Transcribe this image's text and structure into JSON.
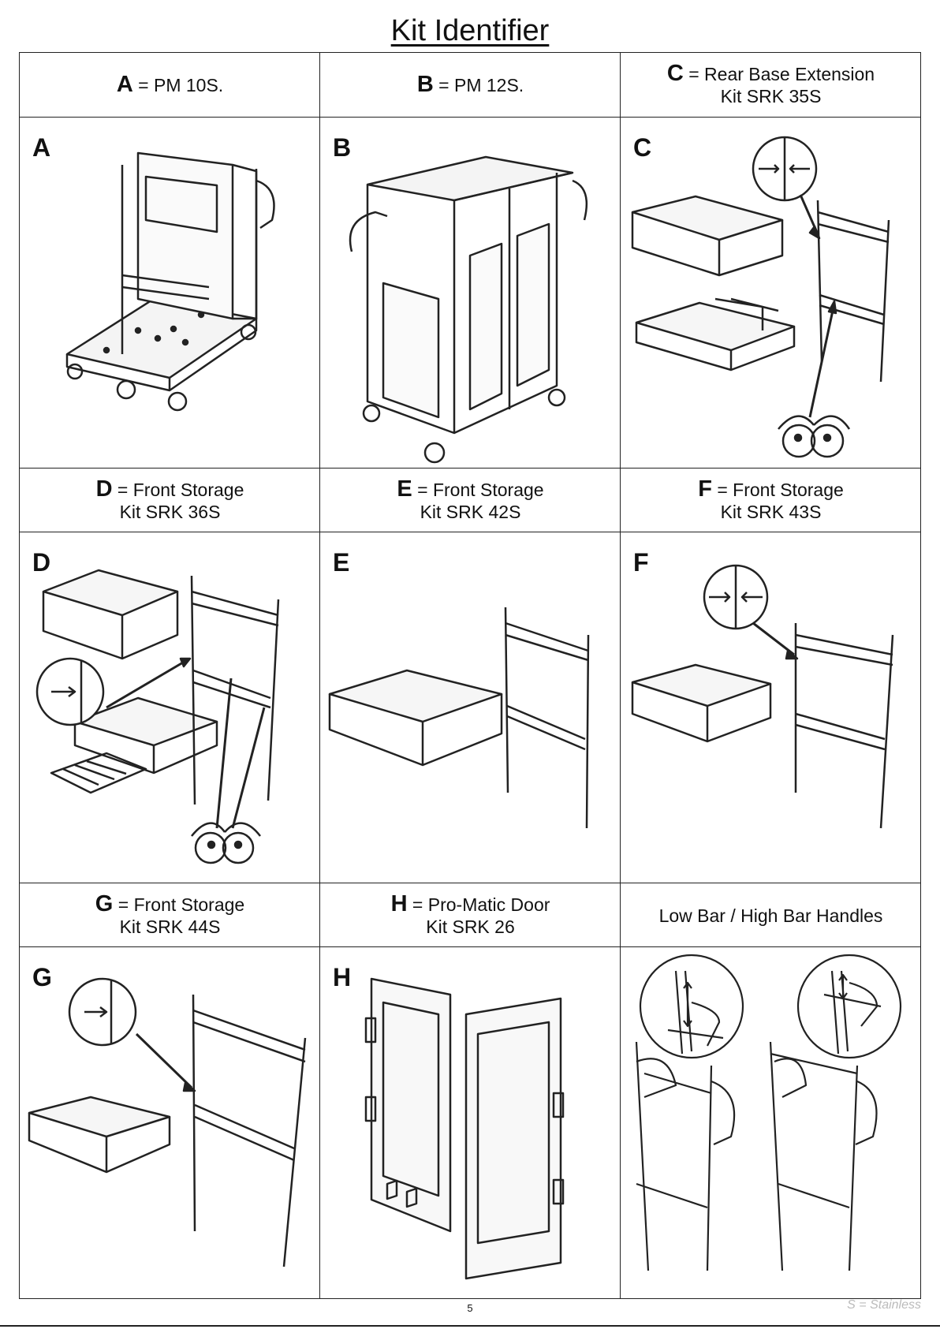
{
  "title": "Kit Identifier",
  "headers": [
    {
      "letter": "A",
      "line1": " = PM 10S.",
      "line2": ""
    },
    {
      "letter": "B",
      "line1": " = PM 12S.",
      "line2": ""
    },
    {
      "letter": "C",
      "line1": " = Rear Base Extension",
      "line2": "Kit SRK 35S"
    },
    {
      "letter": "D",
      "line1": " = Front Storage",
      "line2": "Kit SRK 36S"
    },
    {
      "letter": "E",
      "line1": " = Front Storage",
      "line2": "Kit SRK 42S"
    },
    {
      "letter": "F",
      "line1": " = Front Storage",
      "line2": "Kit SRK 43S"
    },
    {
      "letter": "G",
      "line1": " = Front Storage",
      "line2": "Kit SRK 44S"
    },
    {
      "letter": "H",
      "line1": " = Pro-Matic Door",
      "line2": "Kit SRK 26"
    },
    {
      "letter": "",
      "line1": "Low Bar / High Bar Handles",
      "line2": ""
    }
  ],
  "panels": [
    "A",
    "B",
    "C",
    "D",
    "E",
    "F",
    "G",
    "H",
    ""
  ],
  "page_number": "5",
  "footnote": "S = Stainless"
}
